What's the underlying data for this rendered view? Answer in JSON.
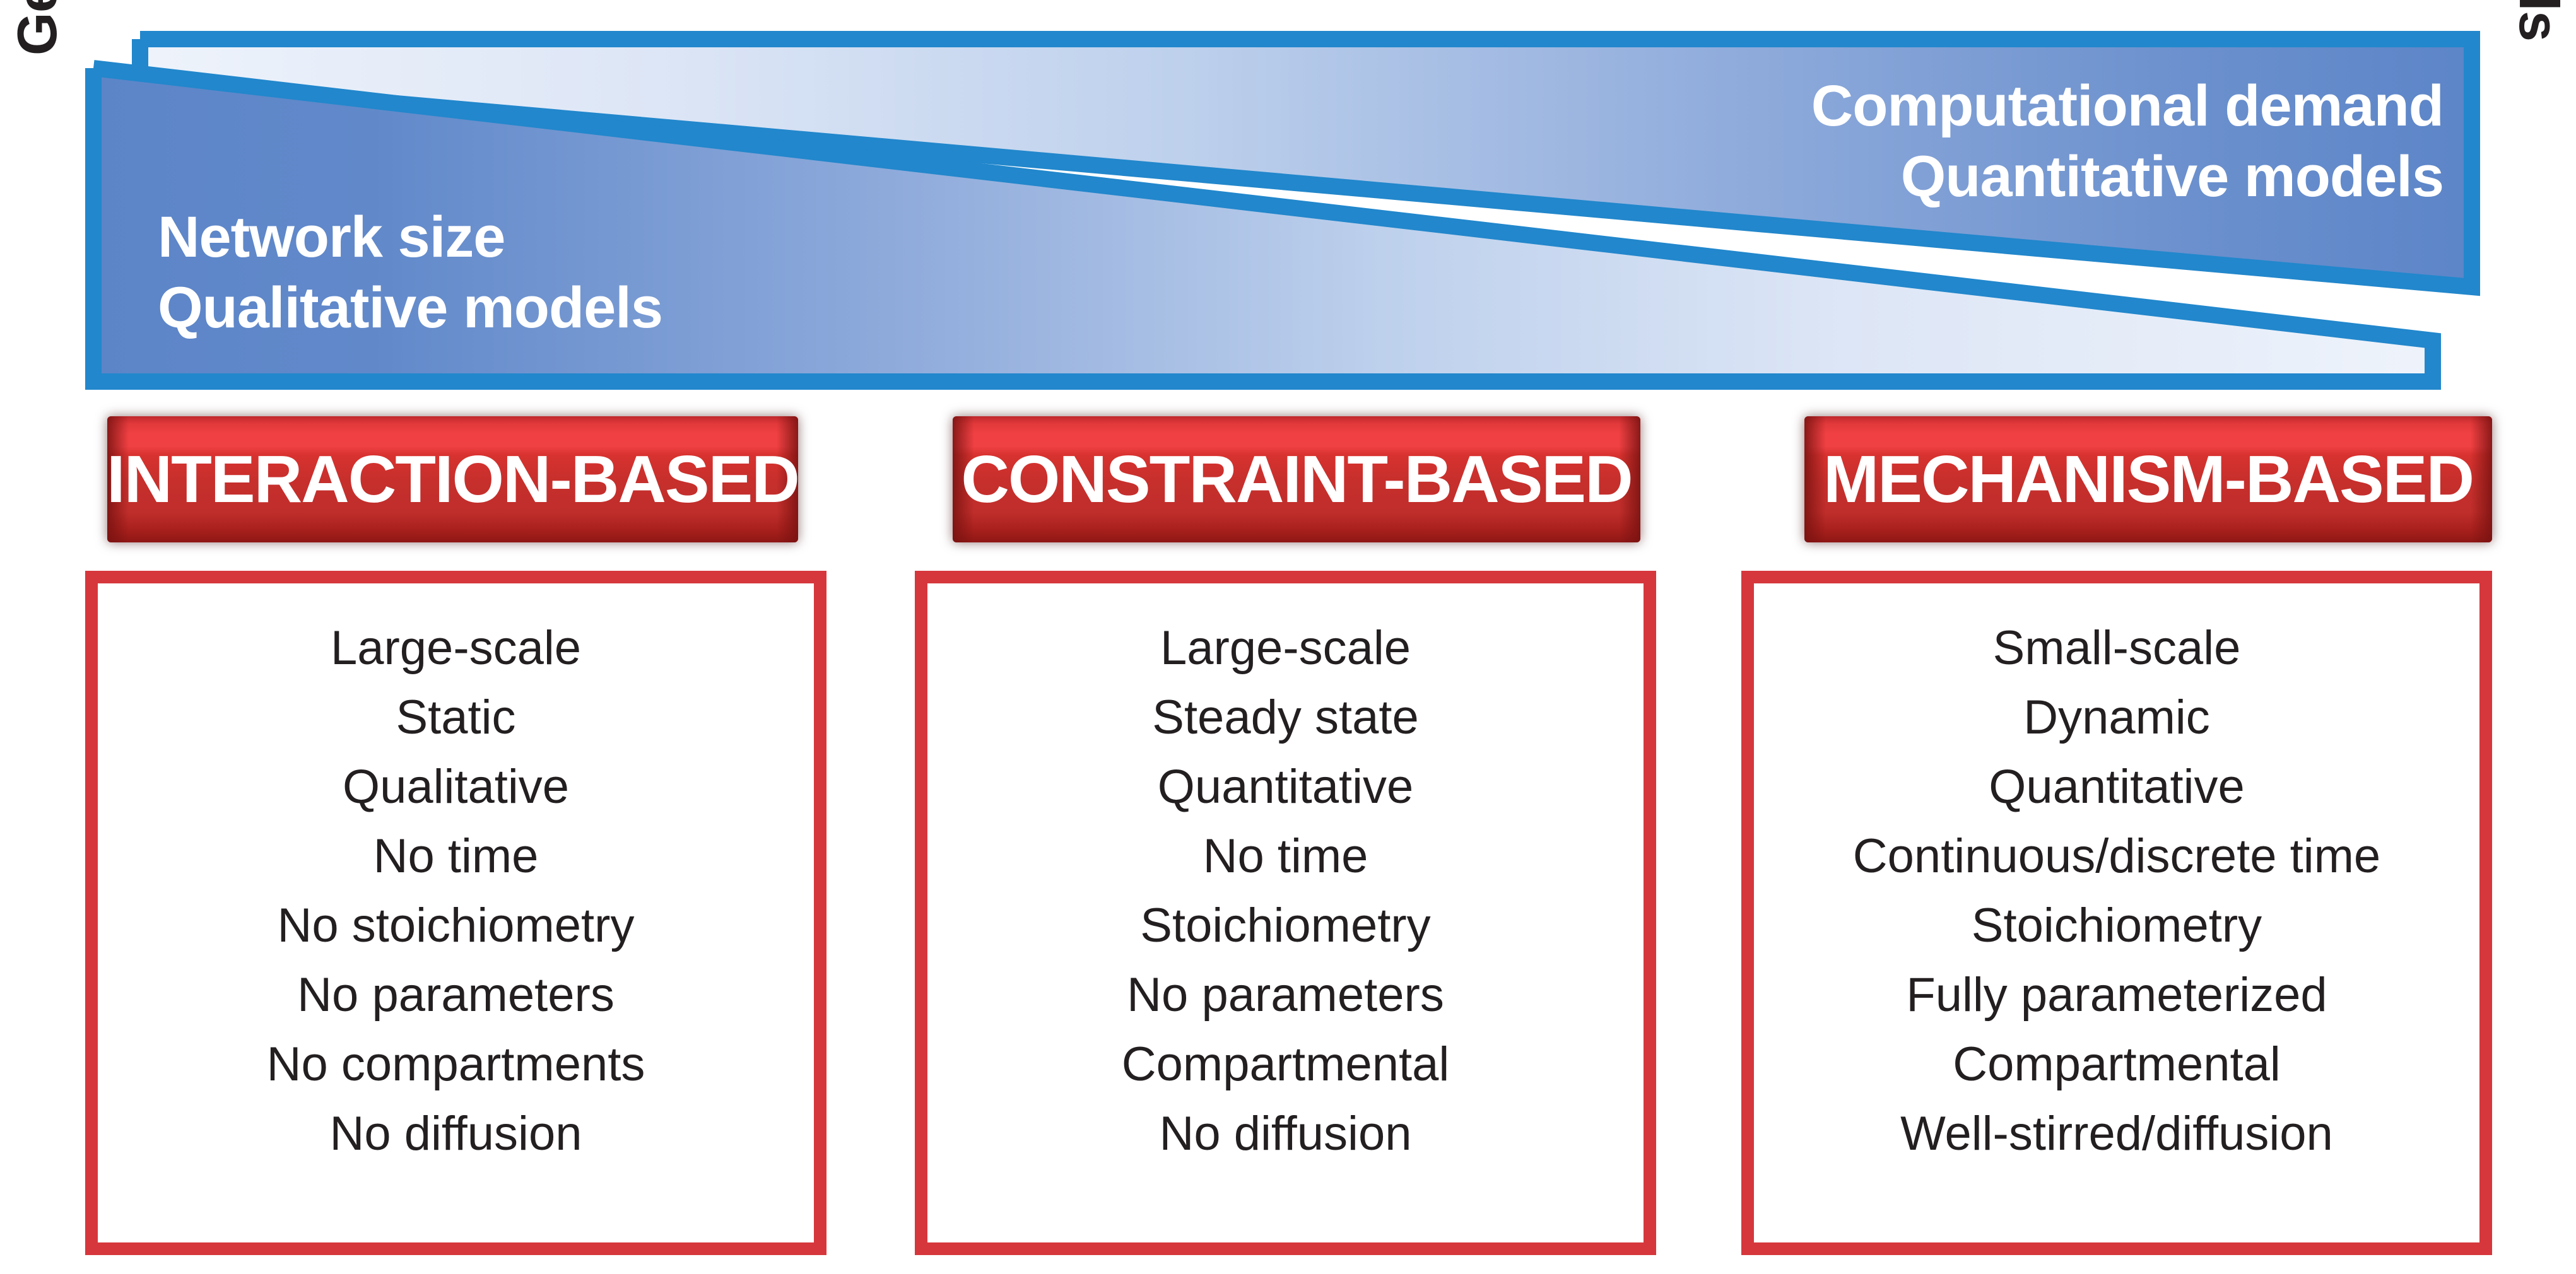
{
  "axes": {
    "left_label": "Genome-wide",
    "right_label": "Core models"
  },
  "banner": {
    "left_line_1": "Network size",
    "left_line_2": "Qualitative models",
    "right_line_1": "Computational demand",
    "right_line_2": "Quantitative models",
    "gradient_dark_blue": "#5C85C8",
    "gradient_light_blue": "#E9EEF9",
    "outline_blue": "#2287CC"
  },
  "columns": [
    {
      "header": "INTERACTION-BASED",
      "items": [
        "Large-scale",
        "Static",
        "Qualitative",
        "No time",
        "No stoichiometry",
        "No parameters",
        "No compartments",
        "No diffusion"
      ]
    },
    {
      "header": "CONSTRAINT-BASED",
      "items": [
        "Large-scale",
        "Steady state",
        "Quantitative",
        "No time",
        "Stoichiometry",
        "No parameters",
        "Compartmental",
        "No diffusion"
      ]
    },
    {
      "header": "MECHANISM-BASED",
      "items": [
        "Small-scale",
        "Dynamic",
        "Quantitative",
        "Continuous/discrete time",
        "Stoichiometry",
        "Fully parameterized",
        "Compartmental",
        "Well-stirred/diffusion"
      ]
    }
  ],
  "colors": {
    "red_frame": "#D6373C",
    "red_button": "#C62F2C",
    "text_dark": "#231F20",
    "white": "#FFFFFF"
  }
}
